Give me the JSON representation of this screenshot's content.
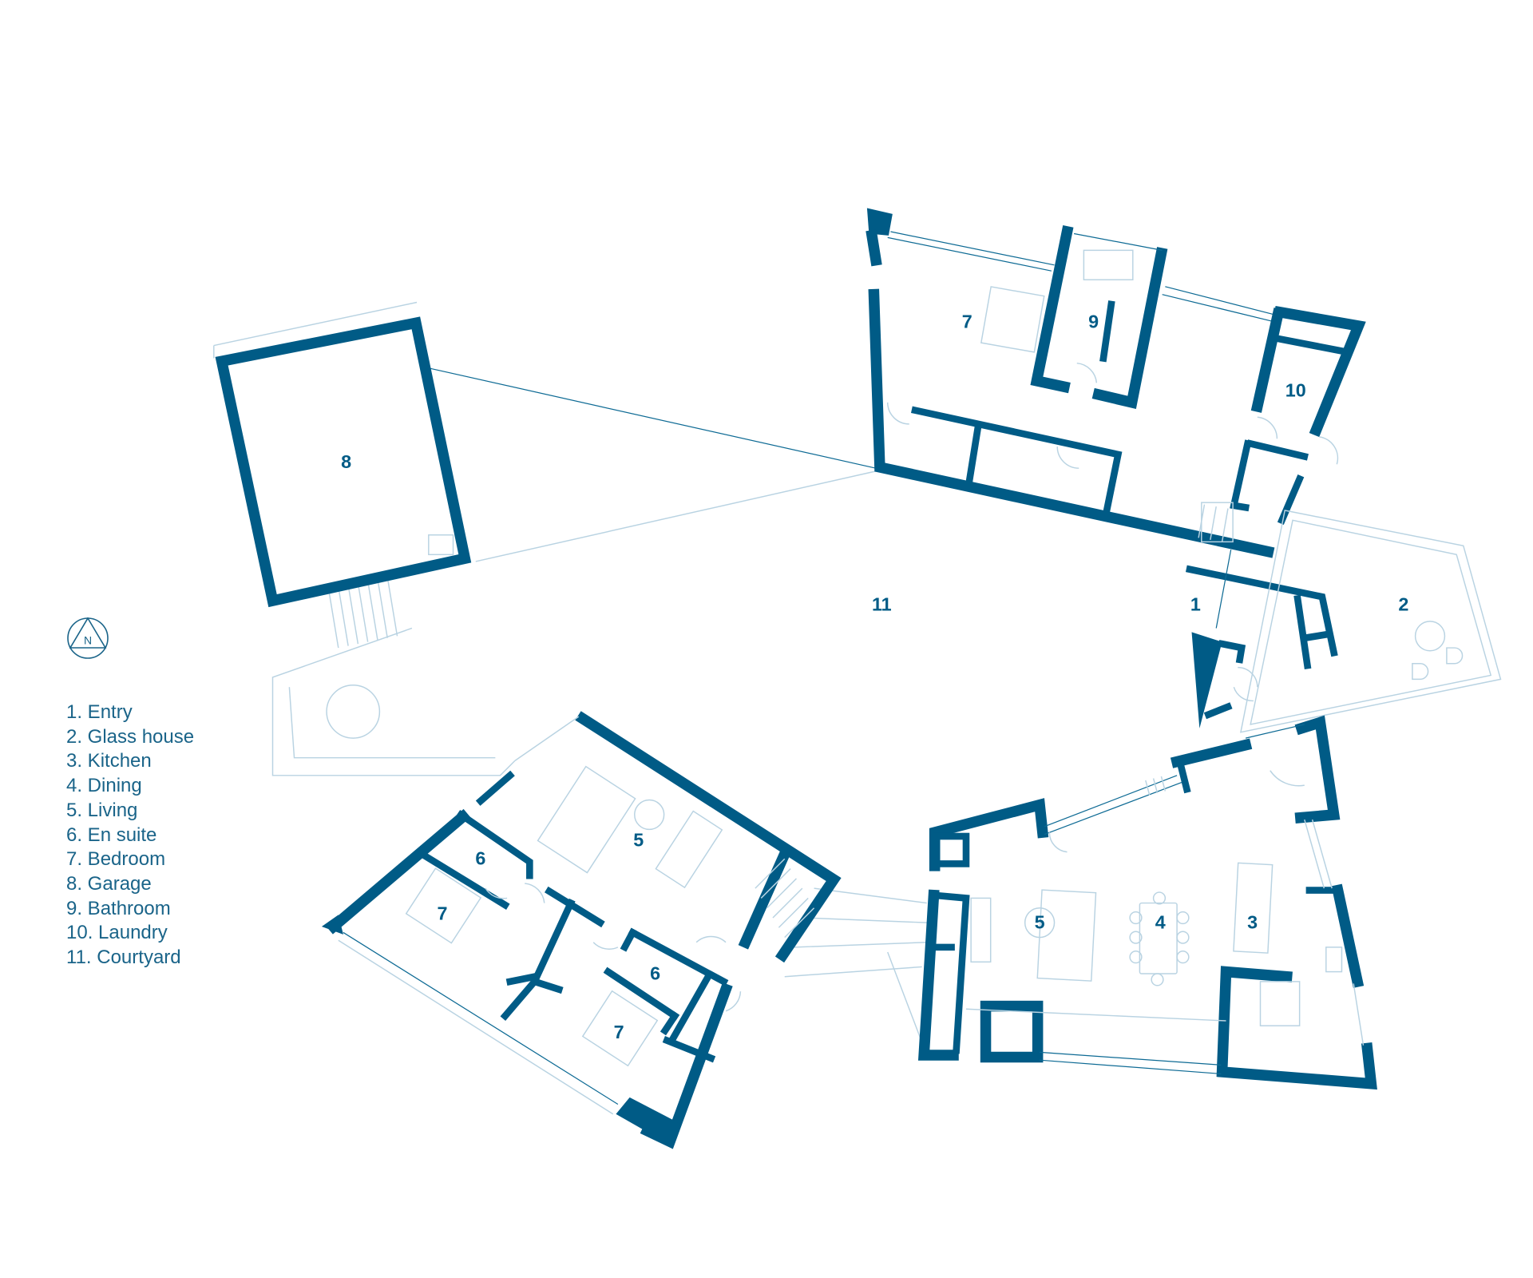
{
  "compass": {
    "label": "N"
  },
  "legend": [
    "1. Entry",
    "2. Glass house",
    "3. Kitchen",
    "4. Dining",
    "5. Living",
    "6. En suite",
    "7. Bedroom",
    "8. Garage",
    "9. Bathroom",
    "10. Laundry",
    "11. Courtyard"
  ],
  "room_labels": {
    "entry": "1",
    "glass_house": "2",
    "kitchen": "3",
    "dining": "4",
    "living_east": "5",
    "living_west": "5",
    "ensuite_a": "6",
    "ensuite_b": "6",
    "bedroom_north": "7",
    "bedroom_sw_a": "7",
    "bedroom_sw_b": "7",
    "garage": "8",
    "bathroom": "9",
    "laundry": "10",
    "courtyard": "11"
  },
  "colors": {
    "wall": "#005b86",
    "thin": "#b9d3e2"
  }
}
